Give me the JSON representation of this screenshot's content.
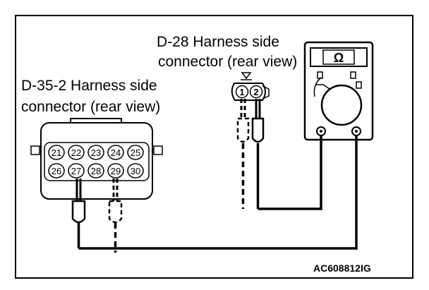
{
  "labels": {
    "d28_line1": "D-28 Harness side",
    "d28_line2": "connector (rear view)",
    "d35_line1": "D-35-2 Harness side",
    "d35_line2": "connector (rear view)",
    "figure_code": "AC608812IG",
    "meter_symbol": "Ω"
  },
  "d28_pins": [
    "1",
    "2"
  ],
  "d35_pins_top": [
    "21",
    "22",
    "23",
    "24",
    "25"
  ],
  "d35_pins_bottom": [
    "26",
    "27",
    "28",
    "29",
    "30"
  ]
}
